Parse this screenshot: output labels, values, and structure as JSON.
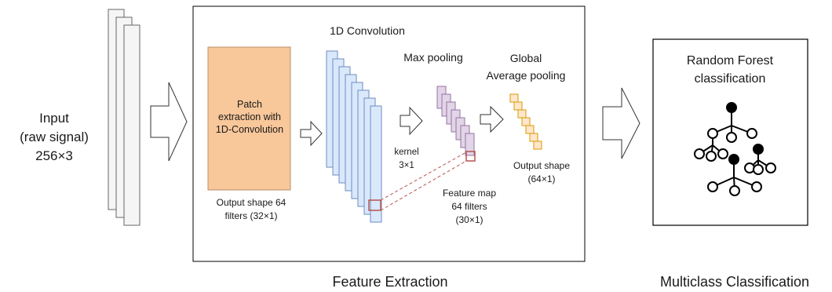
{
  "input": {
    "line1": "Input",
    "line2": "(raw signal)",
    "line3": "256×3"
  },
  "feature_extraction": {
    "caption": "Feature Extraction",
    "patch": {
      "label_line1": "Patch",
      "label_line2": "extraction with",
      "label_line3": "1D-Convolution",
      "output_line1": "Output shape 64",
      "output_line2": "filters (32×1)",
      "fill_color": "#f8c79a",
      "stroke_color": "#b8926b"
    },
    "conv": {
      "title": "1D Convolution",
      "kernel_line1": "kernel",
      "kernel_line2": "3×1",
      "fill_color": "#dae8fc",
      "stroke_color": "#6c8ebf"
    },
    "maxpool": {
      "title": "Max pooling",
      "feature_line1": "Feature map",
      "feature_line2": "64 filters",
      "feature_line3": "(30×1)",
      "fill_color": "#e1d5e7",
      "stroke_color": "#9673a6"
    },
    "gap": {
      "title_line1": "Global",
      "title_line2": "Average pooling",
      "output_line1": "Output shape",
      "output_line2": "(64×1)",
      "fill_color": "#ffe6cc",
      "stroke_color": "#d79b00"
    },
    "highlight_color": "#b85450"
  },
  "classification": {
    "caption": "Multiclass Classification",
    "title_line1": "Random Forest",
    "title_line2": "classification"
  }
}
